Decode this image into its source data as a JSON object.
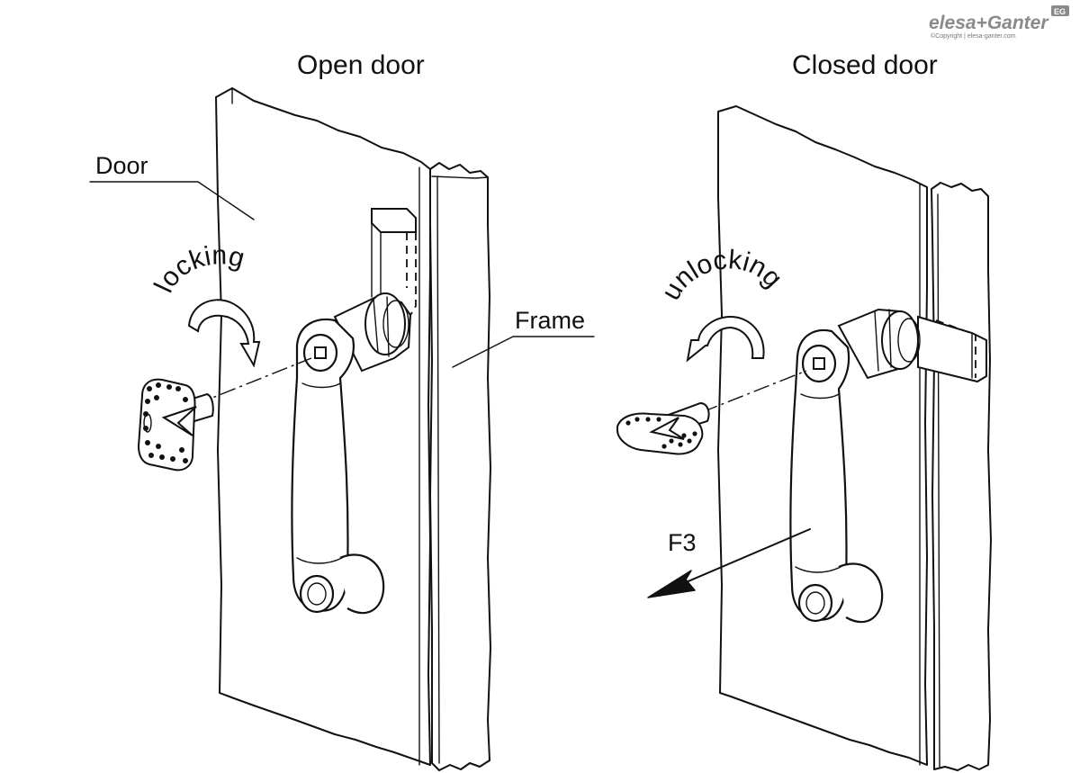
{
  "logo": {
    "brand": "elesa+Ganter",
    "badge": "EG",
    "copyright": "©Copyright | elesa-ganter.com"
  },
  "left_panel": {
    "title": "Open door",
    "door_label": "Door",
    "frame_label": "Frame",
    "action_label": "locking"
  },
  "right_panel": {
    "title": "Closed door",
    "action_label": "unlocking",
    "force_label": "F3"
  }
}
